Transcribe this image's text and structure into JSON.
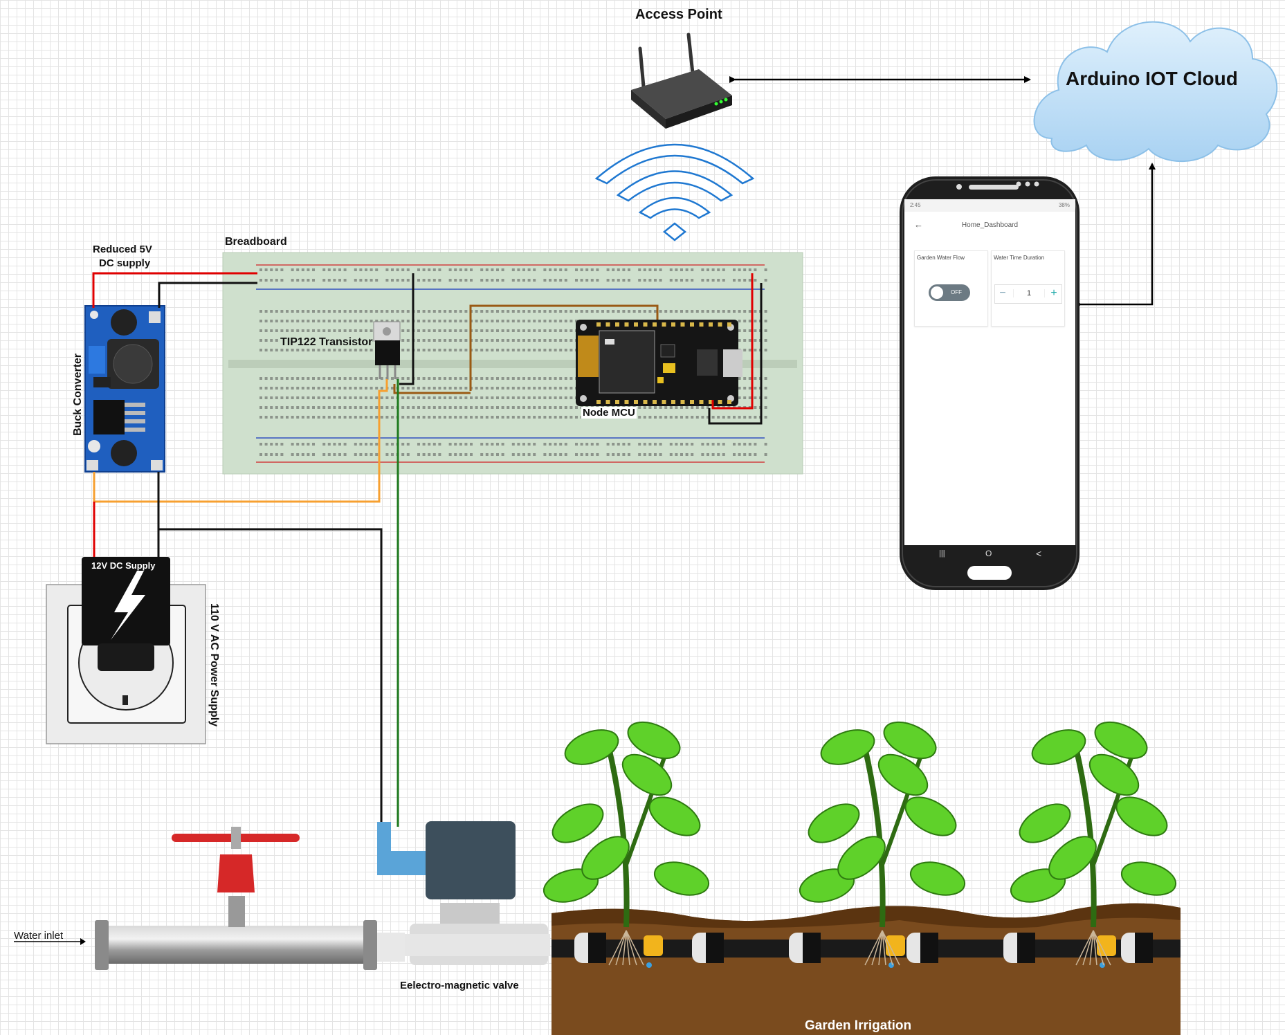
{
  "labels": {
    "access_point": "Access Point",
    "cloud": "Arduino IOT Cloud",
    "breadboard": "Breadboard",
    "reduced_supply_line1": "Reduced 5V",
    "reduced_supply_line2": "DC supply",
    "buck_converter": "Buck Converter",
    "transistor": "TIP122 Transistor",
    "node_mcu": "Node MCU",
    "dc_supply": "12V DC Supply",
    "ac_supply": "110 V AC Power Supply",
    "water_inlet": "Water inlet",
    "valve": "Eelectro-magnetic valve",
    "garden": "Garden Irrigation"
  },
  "phone": {
    "status_time": "2:45",
    "status_battery": "38%",
    "app_title": "Home_Dashboard",
    "back_icon": "arrow-left-icon",
    "card_flow_title": "Garden Water Flow",
    "toggle_label": "OFF",
    "card_duration_title": "Water Time Duration",
    "stepper_minus": "−",
    "stepper_value": "1",
    "stepper_plus": "+",
    "nav_recent": "|||",
    "nav_home": "O",
    "nav_back": "<"
  },
  "colors": {
    "wire_red": "#e00000",
    "wire_black": "#111111",
    "wire_orange": "#f7a030",
    "wire_green": "#1e7a1e",
    "wire_brown": "#9a5a14",
    "cloud_fill": "#b8dcf5",
    "buck_blue": "#1f5fbf",
    "soil": "#7a4b1e",
    "wifi_blue": "#1f78d1"
  }
}
